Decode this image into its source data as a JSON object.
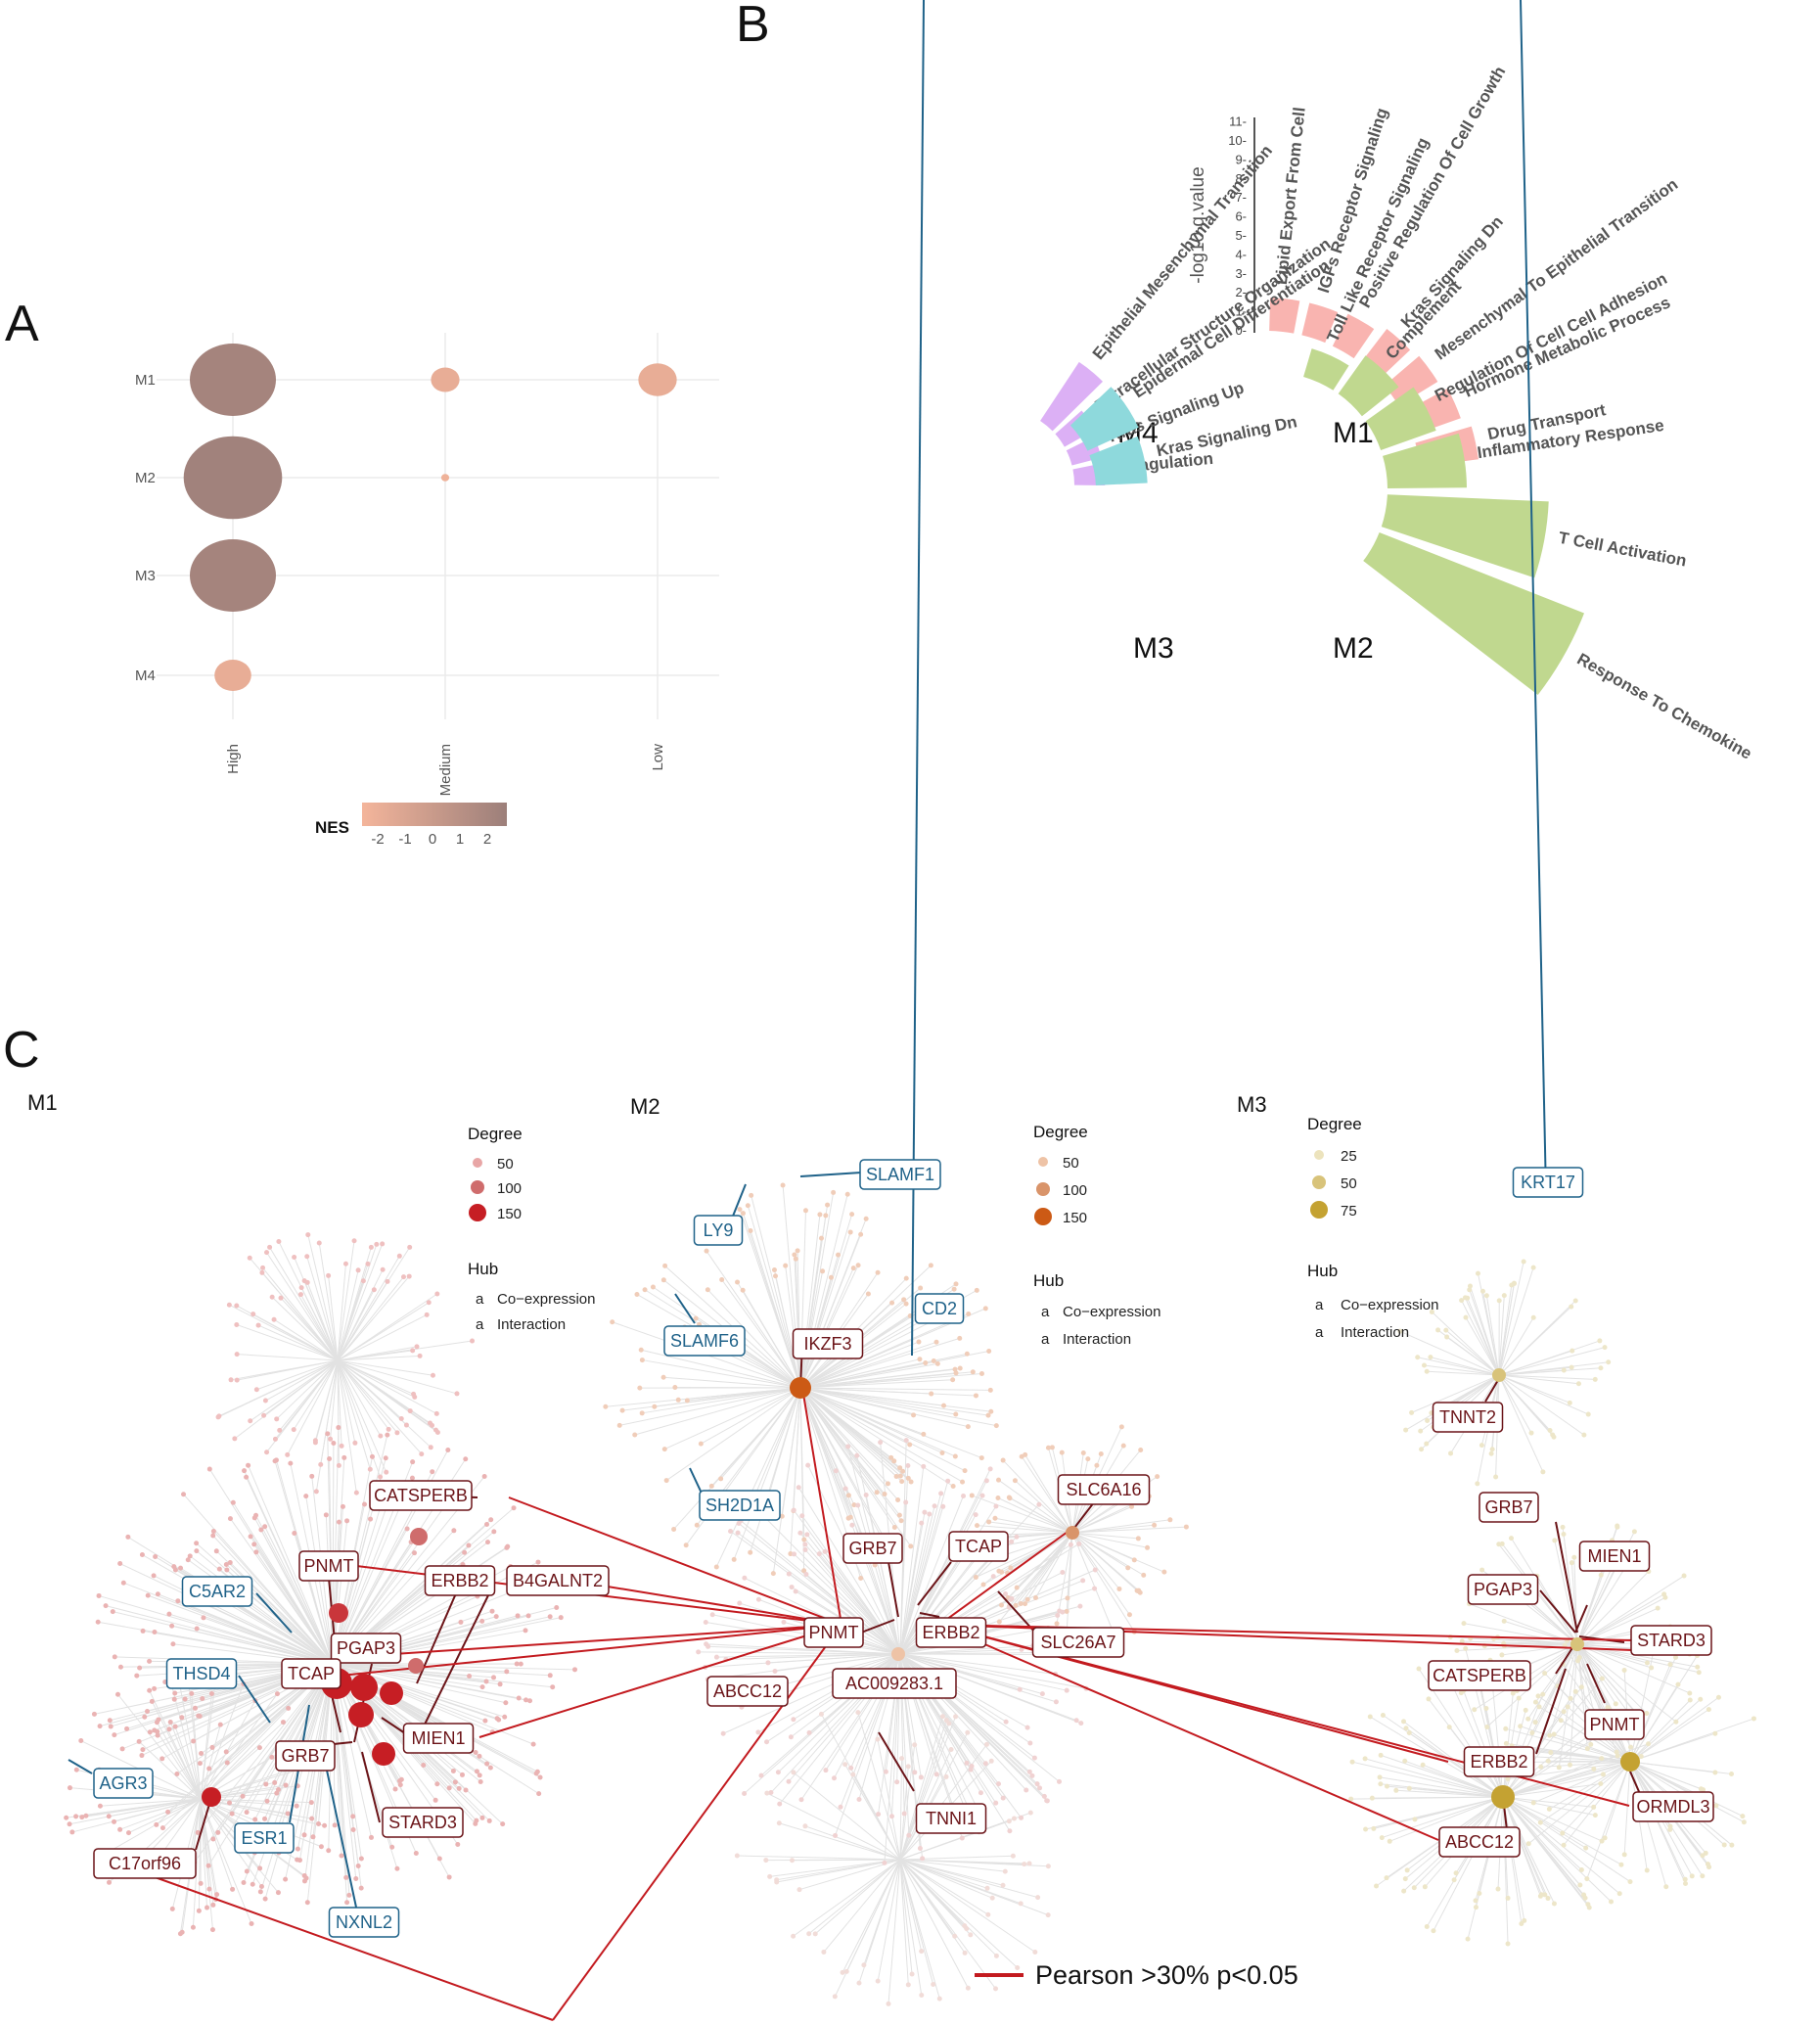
{
  "panel_labels": {
    "a": "A",
    "b": "B",
    "c": "C"
  },
  "chart_data": [
    {
      "type": "scatter",
      "panel": "A",
      "y_categories": [
        "M1",
        "M2",
        "M3",
        "M4"
      ],
      "x_categories": [
        "High",
        "Medium",
        "Low"
      ],
      "points": [
        {
          "module": "M1",
          "group": "High",
          "size": 1.0,
          "nes": 2.0
        },
        {
          "module": "M1",
          "group": "Medium",
          "size": 0.3,
          "nes": -1.8
        },
        {
          "module": "M1",
          "group": "Low",
          "size": 0.42,
          "nes": -1.8
        },
        {
          "module": "M2",
          "group": "High",
          "size": 1.15,
          "nes": 2.2
        },
        {
          "module": "M2",
          "group": "Medium",
          "size": 0.05,
          "nes": -2.2
        },
        {
          "module": "M3",
          "group": "High",
          "size": 1.0,
          "nes": 2.0
        },
        {
          "module": "M4",
          "group": "High",
          "size": 0.4,
          "nes": -1.8
        }
      ],
      "legend": {
        "title": "NES",
        "ticks": [
          "-2",
          "-1",
          "0",
          "1",
          "2"
        ],
        "low_color": "#f4b59b",
        "high_color": "#9c7f7a"
      }
    },
    {
      "type": "bar",
      "panel": "B",
      "layout": "circular",
      "axis_label": "-log10 q.value",
      "axis_ticks": [
        "0-",
        "1-",
        "2-",
        "3-",
        "4-",
        "5-",
        "6-",
        "7-",
        "8-",
        "9-",
        "10-",
        "11-"
      ],
      "modules": [
        {
          "name": "M4",
          "color": "#dcb0f5",
          "categories": [
            "Epithelial Mesenchymal Transition",
            "Extracellular Structure Organization",
            "Kras Signaling Up",
            "Coagulation"
          ],
          "values": [
            3.0,
            1.5,
            1.3,
            1.3
          ]
        },
        {
          "name": "M1",
          "color": "#f9b4b0",
          "categories": [
            "Lipid Export From Cell",
            "IGFs Receptor Signaling",
            "Positive Regulation Of Cell Growth",
            "Kras Signaling Dn",
            "Mesenchymal To Epithelial Transition",
            "Hormone Metabolic Process",
            "Drug Transport"
          ],
          "values": [
            1.3,
            1.3,
            1.4,
            1.7,
            1.8,
            2.0,
            2.3
          ]
        },
        {
          "name": "M3",
          "color": "#8ed9dc",
          "categories": [
            "Epidermal Cell Differentiation",
            "Kras Signaling Dn"
          ],
          "values": [
            2.6,
            2.4
          ]
        },
        {
          "name": "M2",
          "color": "#c0d88f",
          "categories": [
            "Toll Like Receptor Signaling",
            "Complement",
            "Regulation Of Cell Cell Adhesion",
            "Inflammatory Response",
            "T Cell Activation",
            "Response To Chemokine"
          ],
          "values": [
            1.0,
            1.6,
            2.0,
            2.7,
            5.5,
            7.5
          ]
        }
      ]
    }
  ],
  "networks": {
    "m1": {
      "title": "M1",
      "degree_title": "Degree",
      "degree_values": [
        "50",
        "100",
        "150"
      ],
      "degree_colors": [
        "#e8a6a6",
        "#cf6c6c",
        "#c61e24"
      ],
      "hub_title": "Hub",
      "hub_marker": "a",
      "hub_coexp": "Co−expression",
      "hub_interact": "Interaction",
      "genes": {
        "catsperb": "CATSPERB",
        "pnmt": "PNMT",
        "erbb2": "ERBB2",
        "b4galnt2": "B4GALNT2",
        "c5ar2": "C5AR2",
        "pgap3": "PGAP3",
        "thsd4": "THSD4",
        "tcap": "TCAP",
        "mien1": "MIEN1",
        "grb7": "GRB7",
        "agr3": "AGR3",
        "stard3": "STARD3",
        "esr1": "ESR1",
        "c17orf96": "C17orf96",
        "nxnl2": "NXNL2"
      }
    },
    "m2": {
      "title": "M2",
      "degree_title": "Degree",
      "degree_values": [
        "50",
        "100",
        "150"
      ],
      "degree_colors": [
        "#eec3a6",
        "#d9946a",
        "#cc5a15"
      ],
      "hub_title": "Hub",
      "hub_marker": "a",
      "hub_coexp": "Co−expression",
      "hub_interact": "Interaction",
      "genes": {
        "slamf1": "SLAMF1",
        "ly9": "LY9",
        "cd2": "CD2",
        "slamf6": "SLAMF6",
        "ikzf3": "IKZF3",
        "sh2d1a": "SH2D1A",
        "slc6a16": "SLC6A16",
        "grb7": "GRB7",
        "tcap": "TCAP",
        "pnmt": "PNMT",
        "erbb2": "ERBB2",
        "slc26a7": "SLC26A7",
        "abcc12": "ABCC12",
        "ac009283": "AC009283.1",
        "tnni1": "TNNI1"
      }
    },
    "m3": {
      "title": "M3",
      "degree_title": "Degree",
      "degree_values": [
        "25",
        "50",
        "75"
      ],
      "degree_colors": [
        "#ece3bd",
        "#d8c37a",
        "#c4a232"
      ],
      "hub_title": "Hub",
      "hub_marker": "a",
      "hub_coexp": "Co−expression",
      "hub_interact": "Interaction",
      "genes": {
        "krt17": "KRT17",
        "tnnt2": "TNNT2",
        "grb7": "GRB7",
        "mien1": "MIEN1",
        "pgap3": "PGAP3",
        "stard3": "STARD3",
        "catsperb": "CATSPERB",
        "pnmt": "PNMT",
        "erbb2": "ERBB2",
        "ormdl3": "ORMDL3",
        "abcc12": "ABCC12"
      }
    },
    "coexp_color": "#1f6289",
    "interact_color": "#6b1418",
    "corr_line_color": "#c31a1f",
    "corr_legend": "Pearson >30% p<0.05"
  }
}
